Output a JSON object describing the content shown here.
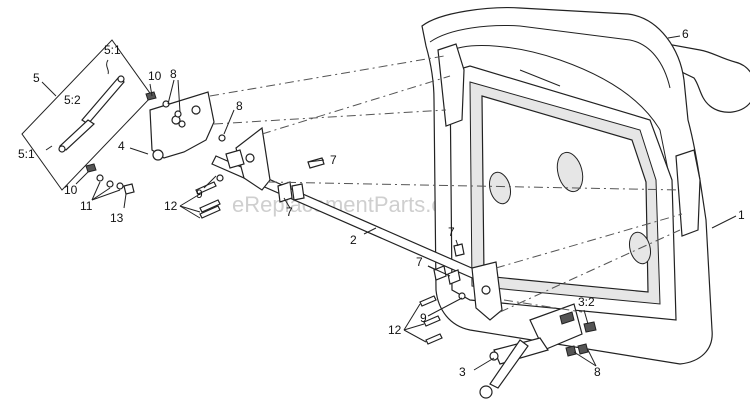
{
  "watermark": "eReplacementParts.com",
  "callouts": {
    "c1": "1",
    "c2": "2",
    "c3": "3",
    "c3_2": "3:2",
    "c4": "4",
    "c5": "5",
    "c5_1a": "5:1",
    "c5_1b": "5:1",
    "c5_2": "5:2",
    "c6": "6",
    "c7a": "7",
    "c7b": "7",
    "c7c": "7",
    "c7d": "7",
    "c8a": "8",
    "c8b": "8",
    "c8c": "8",
    "c9a": "9",
    "c9b": "9",
    "c10a": "10",
    "c10b": "10",
    "c11": "11",
    "c12a": "12",
    "c12b": "12",
    "c13": "13"
  }
}
